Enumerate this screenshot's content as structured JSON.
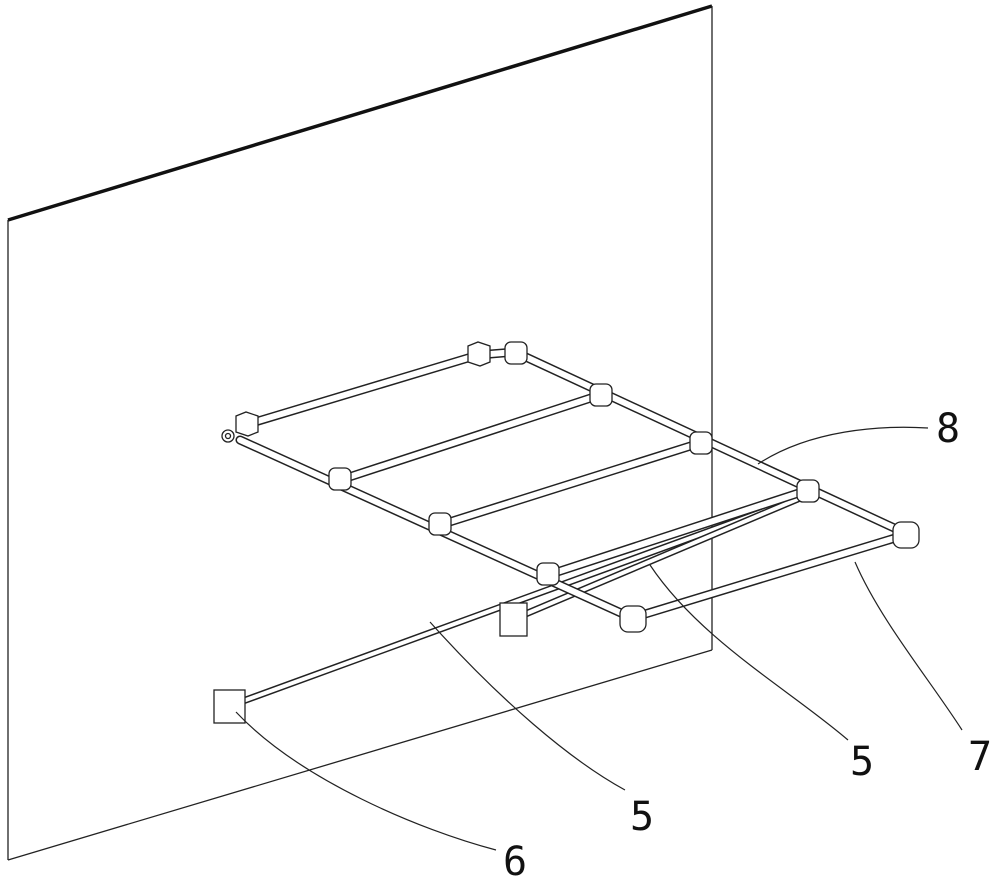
{
  "figure": {
    "callouts": [
      {
        "id": "8",
        "text": "8"
      },
      {
        "id": "5a",
        "text": "5"
      },
      {
        "id": "7",
        "text": "7"
      },
      {
        "id": "5b",
        "text": "5"
      },
      {
        "id": "6",
        "text": "6"
      }
    ]
  }
}
